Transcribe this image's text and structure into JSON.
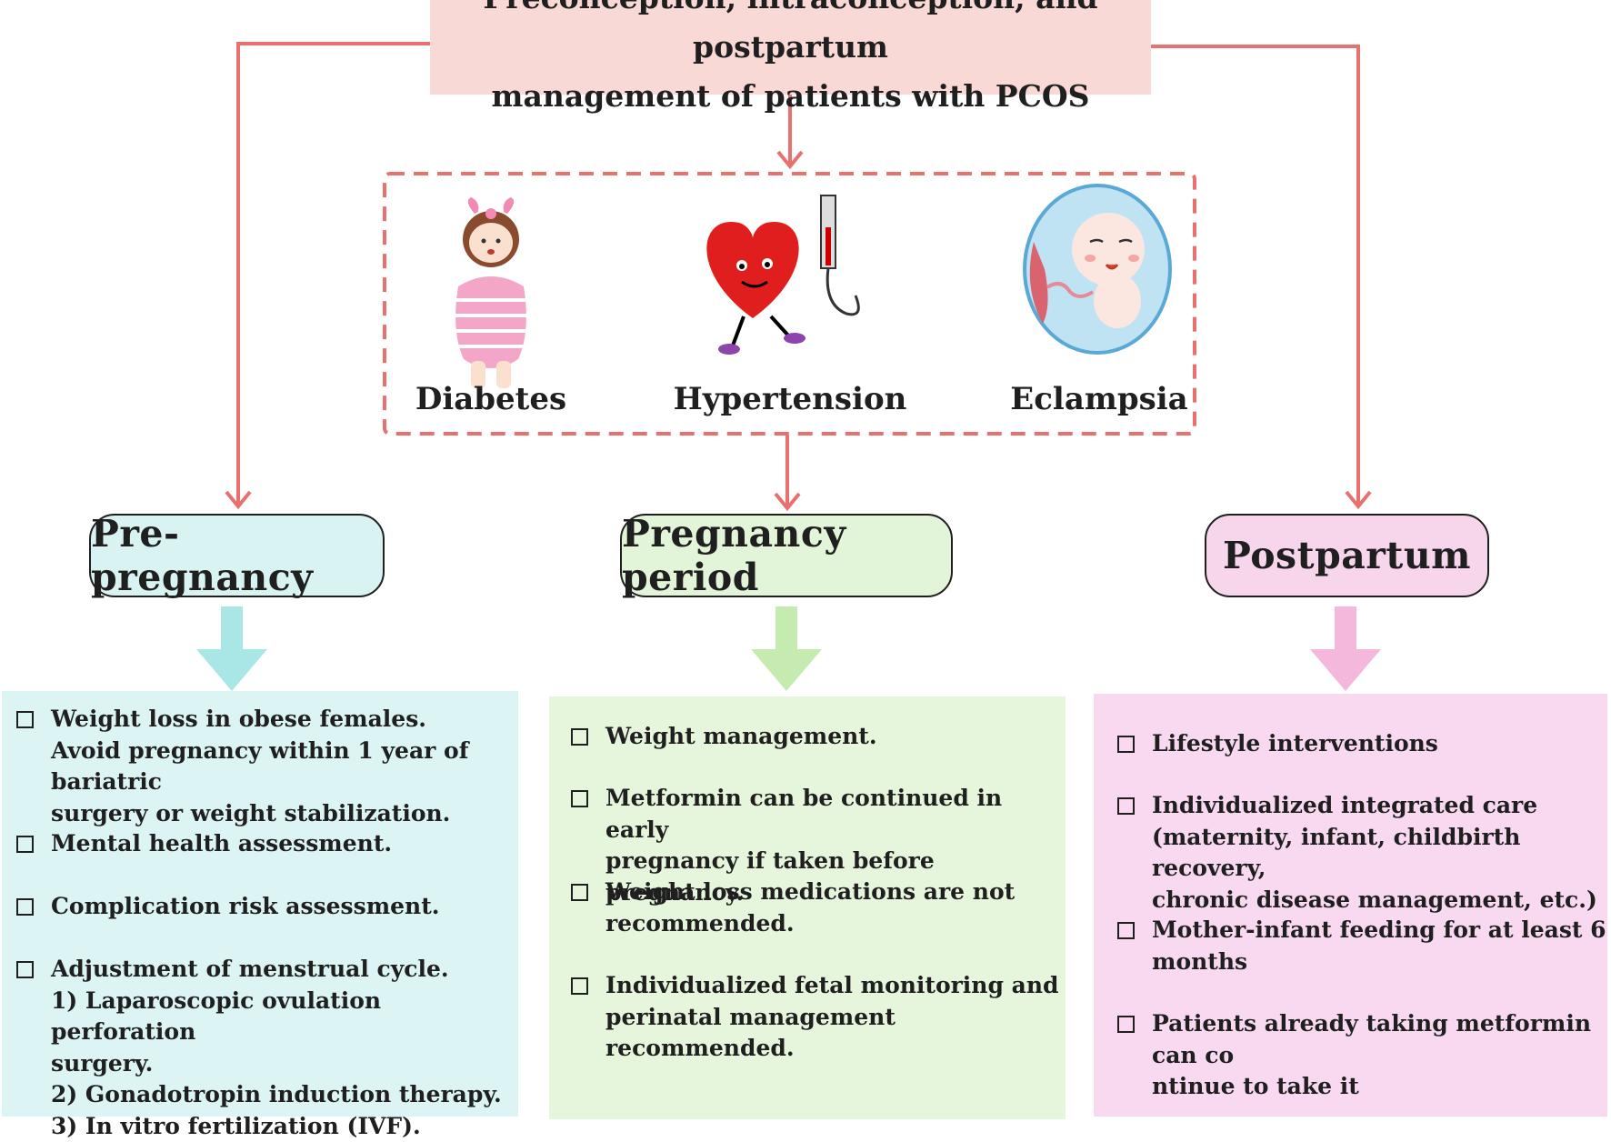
{
  "title": {
    "line1": "Preconception, intraconception, and postpartum",
    "line2": "management of patients with PCOS"
  },
  "risks": [
    {
      "label": "Diabetes",
      "icon": "obese-woman-icon"
    },
    {
      "label": "Hypertension",
      "icon": "heart-blood-pressure-icon"
    },
    {
      "label": "Eclampsia",
      "icon": "fetus-in-womb-icon"
    }
  ],
  "stages": [
    {
      "label": "Pre-pregnancy",
      "color": "#d9f3f2",
      "arrow_color": "#a9e6e6",
      "panel_color": "#dcf4f4"
    },
    {
      "label": "Pregnancy period",
      "color": "#e3f5d9",
      "arrow_color": "#c5ebb0",
      "panel_color": "#e6f6dd"
    },
    {
      "label": "Postpartum",
      "color": "#f7d6ec",
      "arrow_color": "#f3b8dc",
      "panel_color": "#f8d9ef"
    }
  ],
  "panels": {
    "pre_pregnancy": [
      {
        "lines": [
          "Weight loss in obese females.",
          "Avoid pregnancy within 1 year of bariatric",
          "surgery or weight stabilization."
        ]
      },
      {
        "lines": [
          "Mental health assessment."
        ]
      },
      {
        "lines": [
          "Complication risk assessment."
        ]
      },
      {
        "lines": [
          "Adjustment of menstrual cycle.",
          "1) Laparoscopic ovulation perforation",
          "surgery.",
          "2) Gonadotropin induction therapy.",
          "3) In vitro fertilization (IVF)."
        ]
      }
    ],
    "pregnancy_period": [
      {
        "lines": [
          "Weight management."
        ]
      },
      {
        "lines": [
          "Metformin can be continued in early",
          "pregnancy if taken before pregnancy."
        ]
      },
      {
        "lines": [
          "Weight loss medications are not",
          "recommended."
        ]
      },
      {
        "lines": [
          "Individualized fetal monitoring and",
          "perinatal management recommended."
        ]
      }
    ],
    "postpartum": [
      {
        "lines": [
          "Lifestyle interventions"
        ]
      },
      {
        "lines": [
          "Individualized integrated care",
          "(maternity,  infant, childbirth recovery,",
          "chronic disease management, etc.)"
        ]
      },
      {
        "lines": [
          "Mother-infant feeding for at least 6",
          "months"
        ]
      },
      {
        "lines": [
          "Patients already taking metformin can co",
          "ntinue to take it"
        ]
      }
    ]
  },
  "colors": {
    "connector": "#e8706f",
    "title_bg": "#f9d9d6",
    "stage_border": "#1f1f1f"
  }
}
